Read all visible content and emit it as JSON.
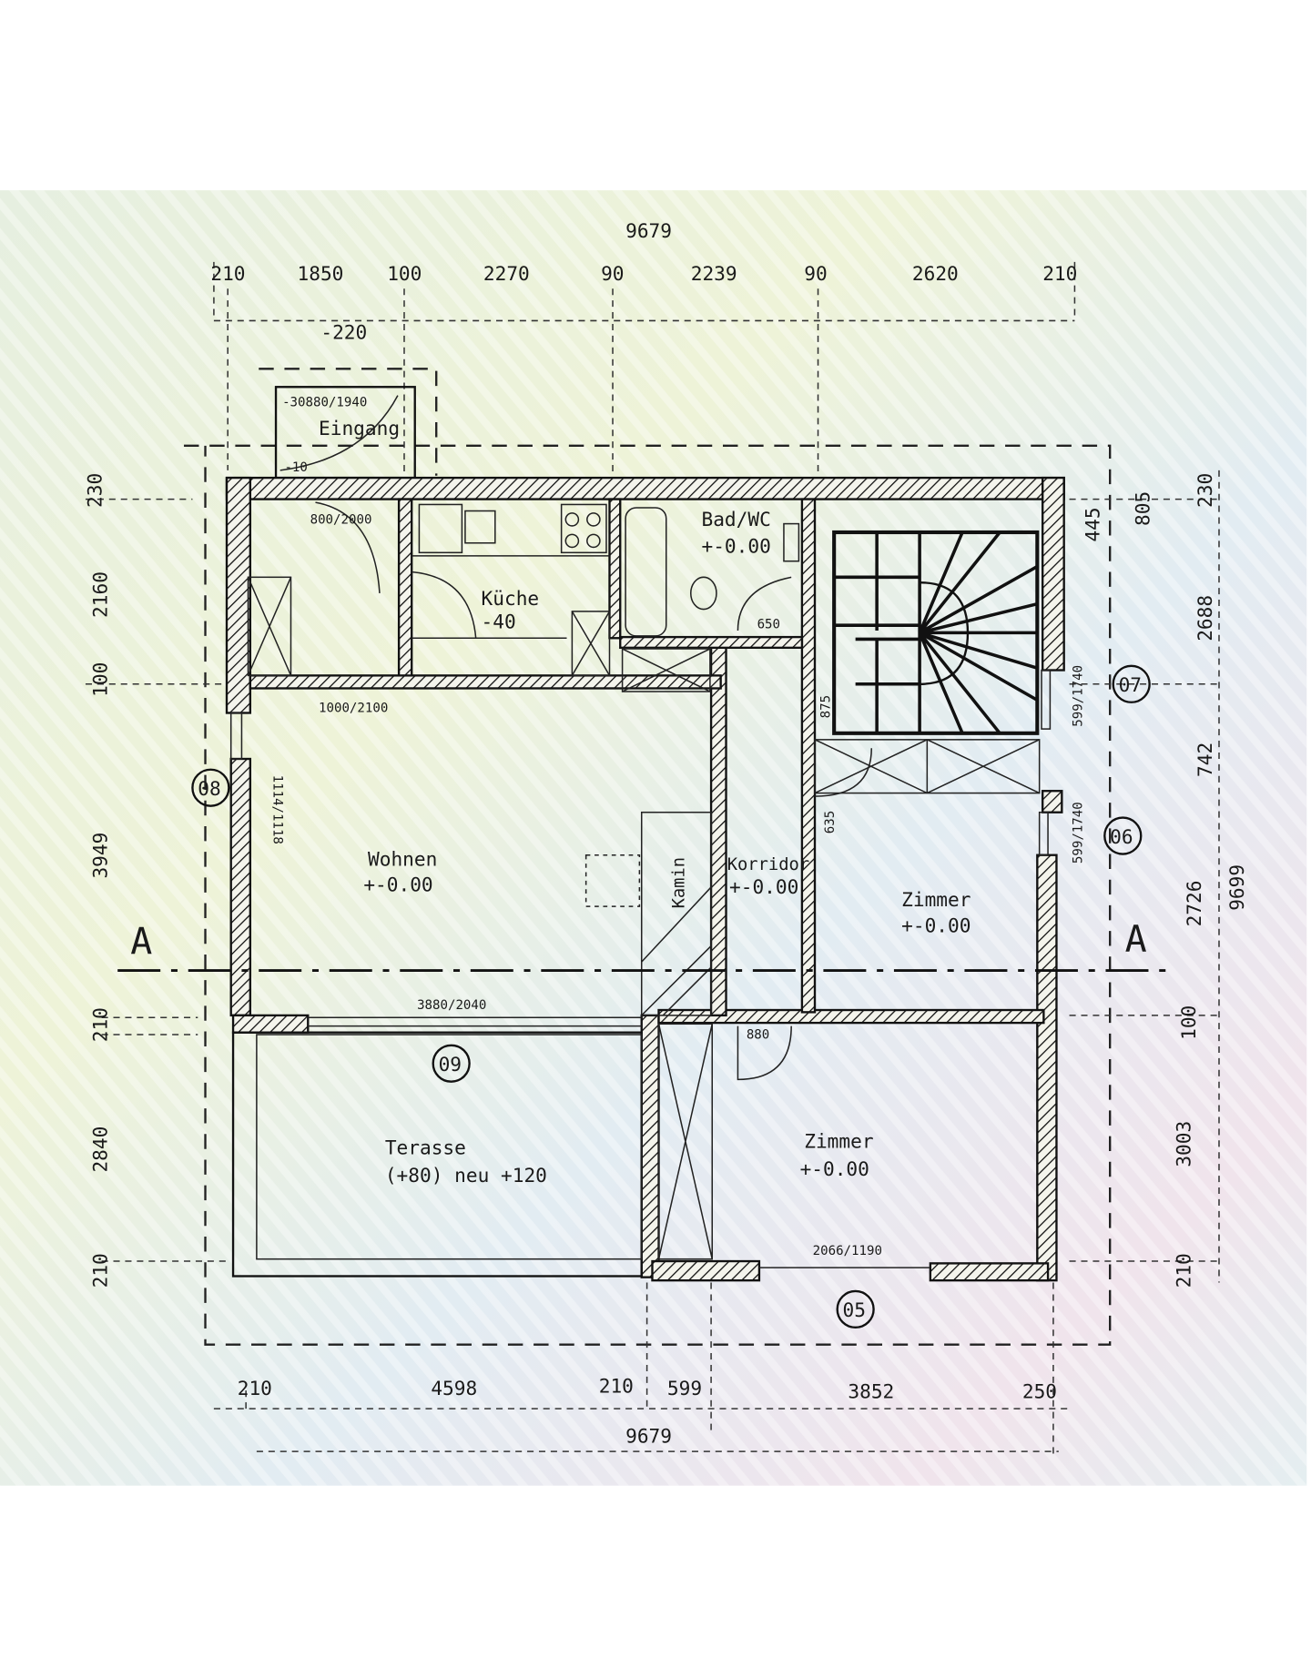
{
  "plan": {
    "dimensions_top": {
      "overall": "9679",
      "segments": [
        "210",
        "1850",
        "100",
        "2270",
        "90",
        "2239",
        "90",
        "2620",
        "210"
      ],
      "entrance_offset": "-220"
    },
    "dimensions_bottom": {
      "overall": "9679",
      "segments": [
        "210",
        "4598",
        "210",
        "599",
        "3852",
        "250"
      ]
    },
    "dimensions_left": [
      "230",
      "2160",
      "100",
      "3949",
      "210",
      "2840",
      "210"
    ],
    "dimensions_right": {
      "inner": [
        "445",
        "805"
      ],
      "outer": [
        "230",
        "2688",
        "742",
        "2726",
        "100",
        "3003",
        "210"
      ],
      "overall": "9699"
    },
    "entrance": {
      "label": "Eingang",
      "door": "-30880/1940",
      "level": "-10"
    },
    "rooms": {
      "kueche": {
        "name": "Küche",
        "level": "-40"
      },
      "bad": {
        "name": "Bad/WC",
        "level": "+-0.00"
      },
      "wohnen": {
        "name": "Wohnen",
        "level": "+-0.00"
      },
      "korridor": {
        "name": "Korridor",
        "level": "+-0.00"
      },
      "kamin": {
        "name": "Kamin"
      },
      "zimmer_upper": {
        "name": "Zimmer",
        "level": "+-0.00"
      },
      "terasse": {
        "name": "Terasse",
        "level": "(+80) neu +120"
      },
      "zimmer_lower": {
        "name": "Zimmer",
        "level": "+-0.00"
      }
    },
    "openings": {
      "d_storage": "800/2000",
      "d_wohnen": "1000/2100",
      "w_west": "1114/1118",
      "d_bad": "650",
      "d_stair": "875",
      "d_zimmer": "635",
      "w_east_upper": "599/1740",
      "w_east_mid": "599/1740",
      "terrace_door": "3880/2040",
      "d_zimmer_lower": "880",
      "w_south": "2066/1190"
    },
    "markers": [
      "05",
      "06",
      "07",
      "08",
      "09"
    ],
    "section": {
      "left": "A",
      "right": "A"
    }
  }
}
